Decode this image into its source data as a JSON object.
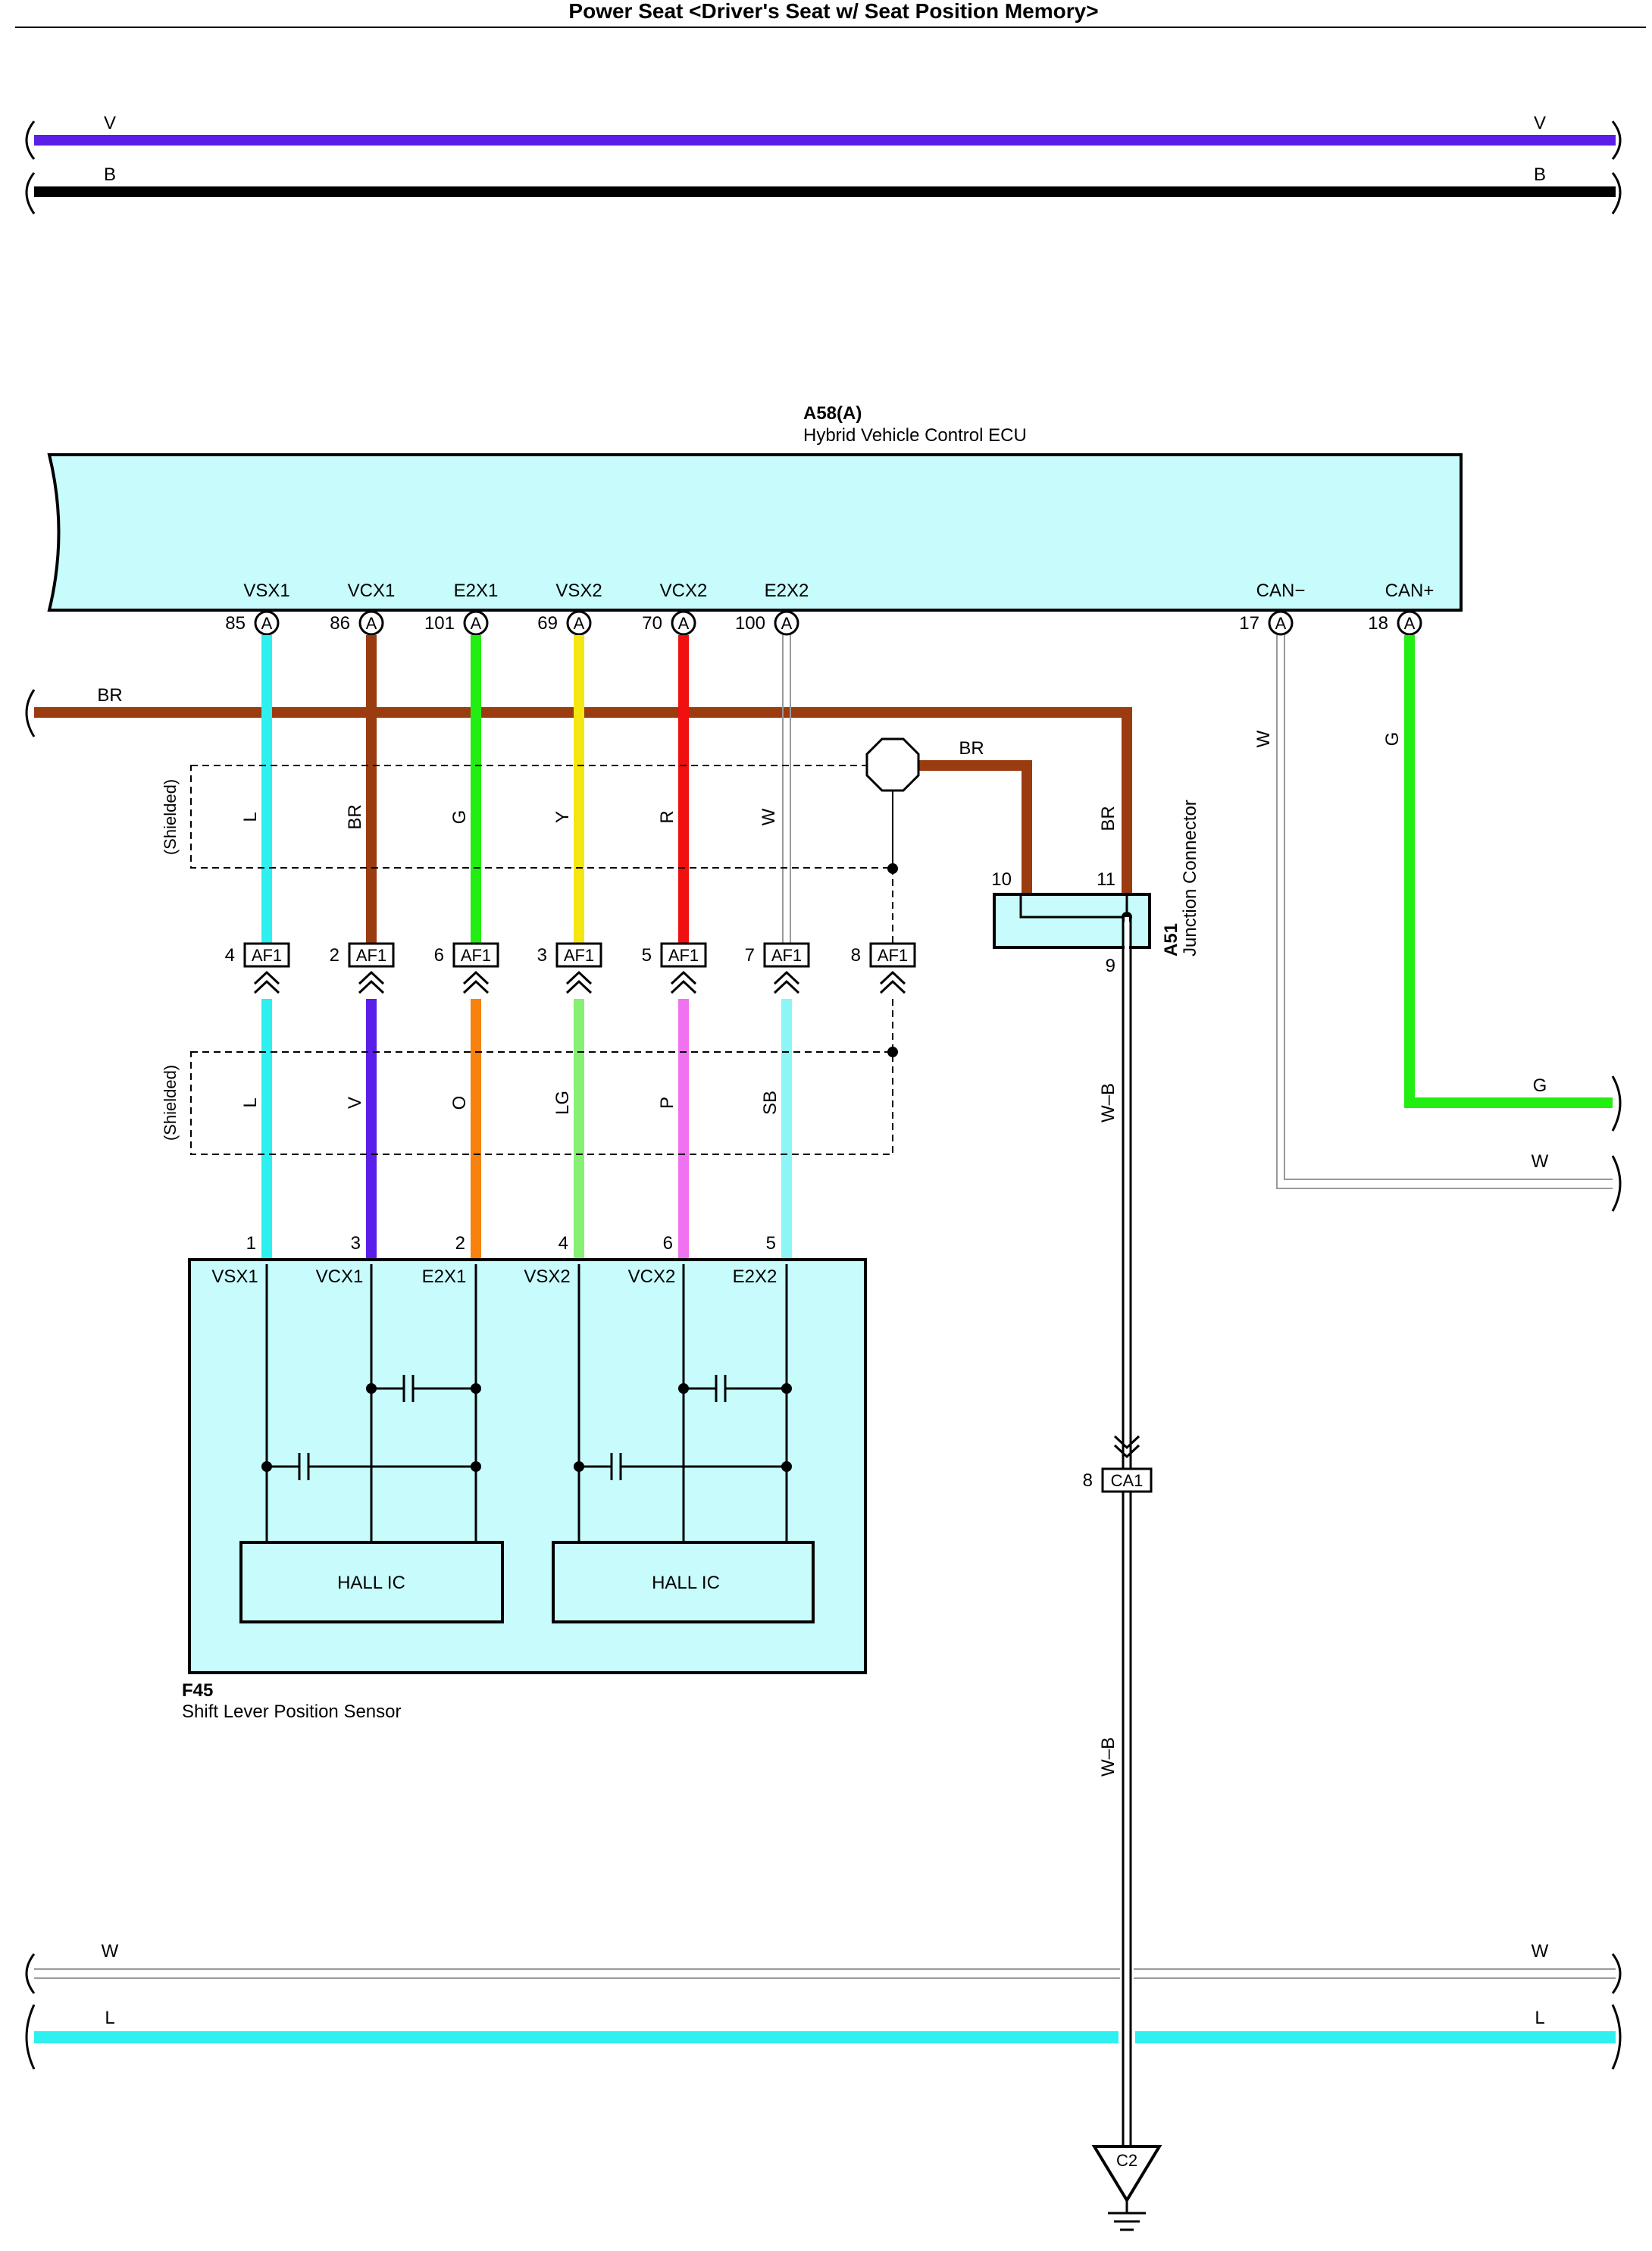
{
  "title": "Power Seat <Driver's Seat w/ Seat Position Memory>",
  "colors": {
    "V": "#5a1ee8",
    "B": "#000000",
    "BR": "#9a3b10",
    "L": "#2ef0f0",
    "G": "#22ee11",
    "Y": "#f5e612",
    "R": "#f01010",
    "W": "#9a9a9a",
    "O": "#f7820d",
    "LG": "#86f073",
    "P": "#f072f0",
    "SB": "#8cf5f5",
    "box": "#c8fcfc"
  },
  "top_wires": {
    "v": "V",
    "b": "B"
  },
  "bottom_wires": {
    "w": "W",
    "l": "L"
  },
  "ecu": {
    "id": "A58(A)",
    "name": "Hybrid Vehicle Control ECU",
    "connector_letter": "A",
    "pins": [
      {
        "name": "VSX1",
        "num": "85"
      },
      {
        "name": "VCX1",
        "num": "86"
      },
      {
        "name": "E2X1",
        "num": "101"
      },
      {
        "name": "VSX2",
        "num": "69"
      },
      {
        "name": "VCX2",
        "num": "70"
      },
      {
        "name": "E2X2",
        "num": "100"
      },
      {
        "name": "CAN−",
        "num": "17"
      },
      {
        "name": "CAN+",
        "num": "18"
      }
    ]
  },
  "br_wire": "BR",
  "shielded_label": "(Shielded)",
  "upper_wire_colors": [
    "L",
    "BR",
    "G",
    "Y",
    "R",
    "W"
  ],
  "lower_wire_colors": [
    "L",
    "V",
    "O",
    "LG",
    "P",
    "SB"
  ],
  "af1": {
    "label": "AF1",
    "pins": [
      "4",
      "2",
      "6",
      "3",
      "5",
      "7",
      "8"
    ]
  },
  "junction": {
    "id": "A51",
    "name": "Junction Connector",
    "pins": {
      "in1": "10",
      "in2": "11",
      "out": "9"
    },
    "br_upper": "BR",
    "br_lower": "BR"
  },
  "wb_wire": "W–B",
  "ca1": {
    "label": "CA1",
    "pin": "8"
  },
  "ground": {
    "label": "C2"
  },
  "can_wires": {
    "w": "W",
    "g": "G"
  },
  "sensor": {
    "id": "F45",
    "name": "Shift Lever Position Sensor",
    "pins": [
      {
        "name": "VSX1",
        "num": "1"
      },
      {
        "name": "VCX1",
        "num": "3"
      },
      {
        "name": "E2X1",
        "num": "2"
      },
      {
        "name": "VSX2",
        "num": "4"
      },
      {
        "name": "VCX2",
        "num": "6"
      },
      {
        "name": "E2X2",
        "num": "5"
      }
    ],
    "hall_ic": [
      "HALL IC",
      "HALL IC"
    ]
  }
}
